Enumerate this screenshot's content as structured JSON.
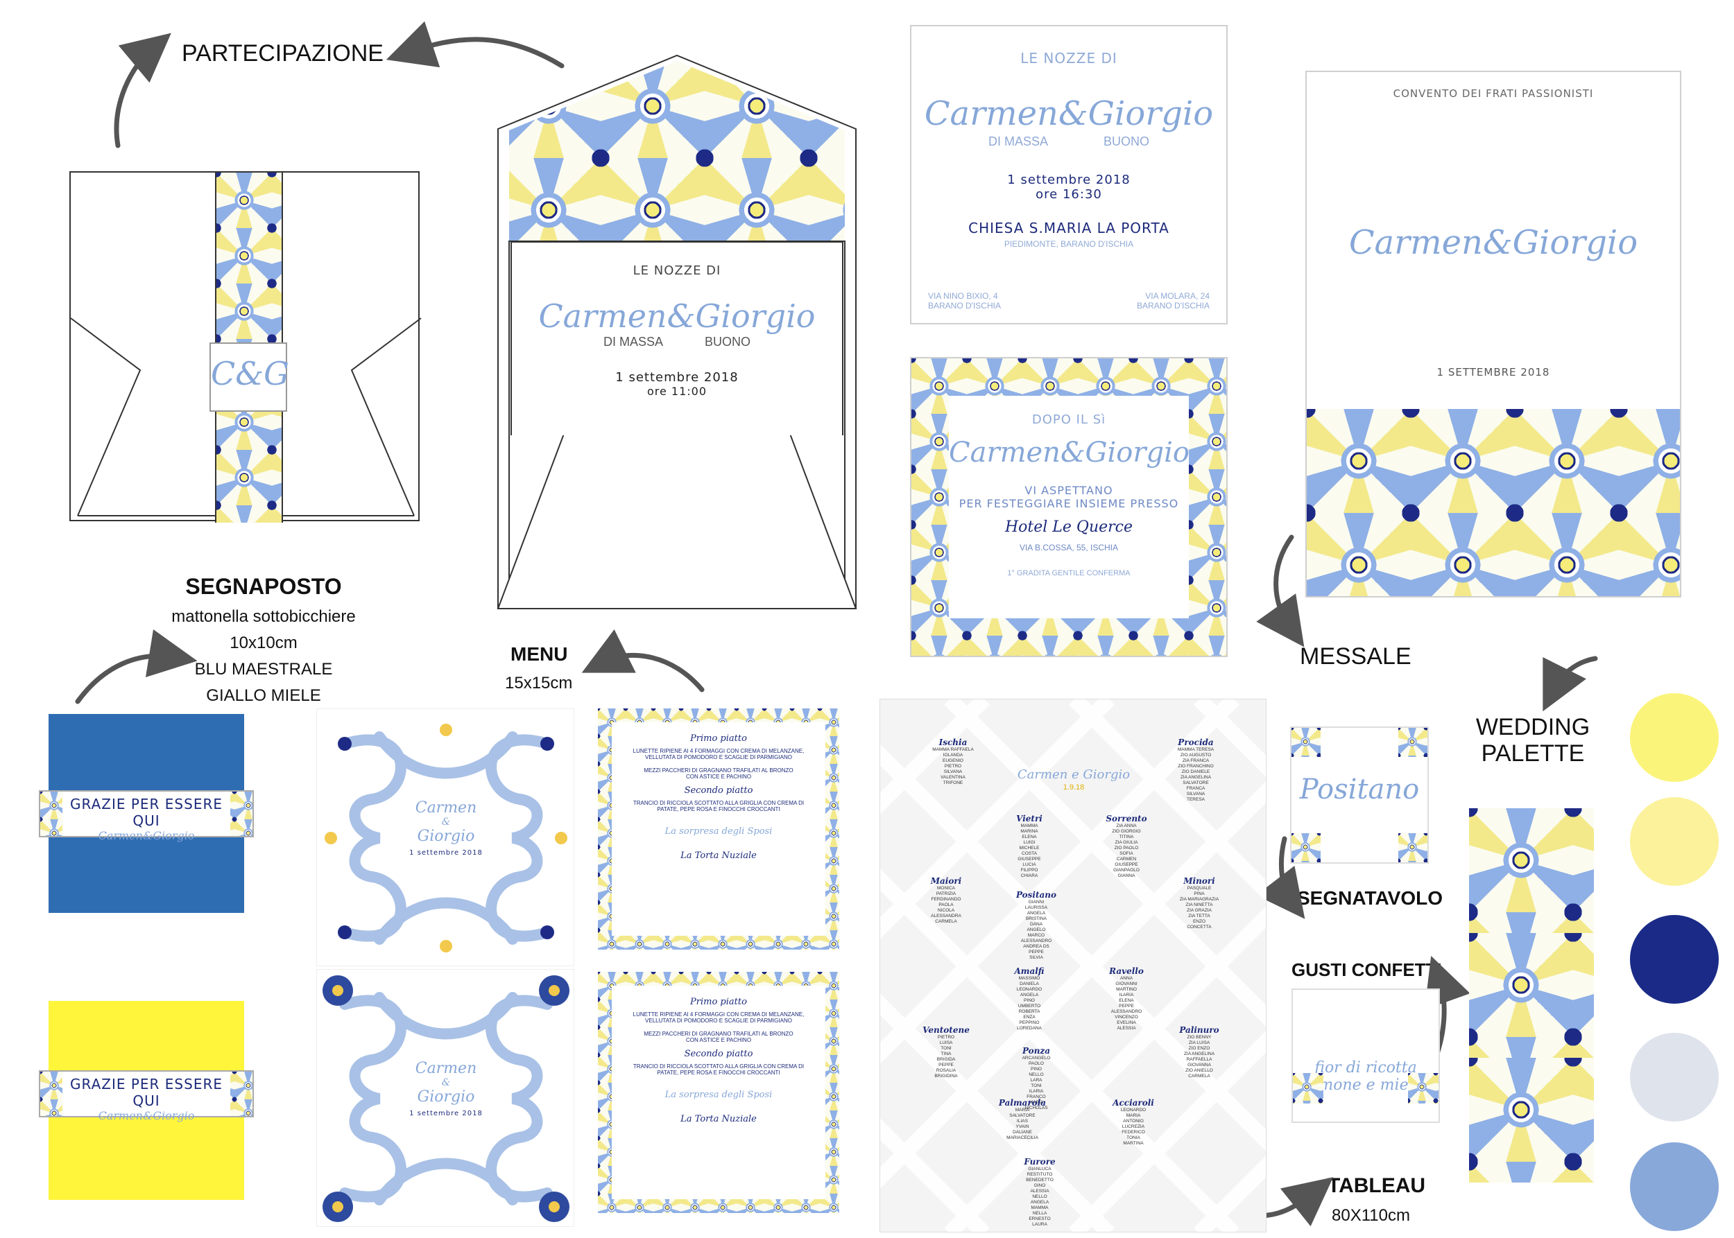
{
  "labels": {
    "partecipazione": "PARTECIPAZIONE",
    "segnaposto_title": "SEGNAPOSTO",
    "segnaposto_line1": "mattonella sottobicchiere",
    "segnaposto_line2": "10x10cm",
    "segnaposto_line3": "BLU MAESTRALE",
    "segnaposto_line4": "GIALLO MIELE",
    "menu_title": "MENU",
    "menu_size": "15x15cm",
    "messale": "MESSALE",
    "wedding_palette_1": "WEDDING",
    "wedding_palette_2": "PALETTE",
    "segnatavolo": "SEGNATAVOLO",
    "gusti_confetti": "GUSTI CONFETTI",
    "tableau_title": "TABLEAU",
    "tableau_size": "80X110cm"
  },
  "invitation": {
    "heading": "LE NOZZE DI",
    "names": "Carmen&Giorgio",
    "surname_left": "DI MASSA",
    "surname_right": "BUONO",
    "date": "1 settembre 2018",
    "time": "ore 16:30",
    "church": "CHIESA S.MARIA LA PORTA",
    "place": "PIEDIMONTE, BARANO D'ISCHIA",
    "addr_left_1": "VIA NINO BIXIO, 4",
    "addr_left_2": "BARANO D'ISCHIA",
    "addr_right_1": "VIA MOLARA, 24",
    "addr_right_2": "BARANO D'ISCHIA"
  },
  "envelope_card": {
    "heading": "LE NOZZE DI",
    "names": "Carmen&Giorgio",
    "surname_left": "DI MASSA",
    "surname_right": "BUONO",
    "date": "1 settembre 2018",
    "time": "ore 11:00"
  },
  "monogram": "C&G",
  "reception": {
    "line1": "DOPO IL Sì",
    "names": "Carmen&Giorgio",
    "line2": "VI ASPETTANO",
    "line3": "PER FESTEGGIARE INSIEME PRESSO",
    "venue": "Hotel Le Querce",
    "address": "VIA B.COSSA, 55, ISCHIA",
    "rsvp": "1° GRADITA GENTILE CONFERMA"
  },
  "messale": {
    "heading": "CONVENTO DEI FRATI PASSIONISTI",
    "names": "Carmen&Giorgio",
    "date": "1 SETTEMBRE 2018"
  },
  "coaster": {
    "text": "GRAZIE PER ESSERE QUI",
    "names": "Carmen&Giorgio"
  },
  "menu_front": {
    "names_1": "Carmen",
    "amp": "&",
    "names_2": "Giorgio",
    "date": "1 settembre 2018"
  },
  "menu_back": {
    "primo": "Primo piatto",
    "primo_1": "LUNETTE RIPIENE AI 4 FORMAGGI CON CREMA DI MELANZANE,",
    "primo_2": "VELLUTATA DI POMODORO E SCAGLIE DI PARMIGIANO",
    "primo_3": "MEZZI PACCHERI DI GRAGNANO TRAFILATI AL BRONZO",
    "primo_4": "CON ASTICE E PACHINO",
    "secondo": "Secondo piatto",
    "secondo_1": "TRANCIO DI RICCIOLA SCOTTATO ALLA GRIGLIA CON CREMA DI",
    "secondo_2": "PATATE, PEPE ROSA E FINOCCHI CROCCANTI",
    "sorpresa": "La sorpresa degli Sposi",
    "torta": "La Torta Nuziale"
  },
  "tableau": {
    "names": "Carmen e Giorgio",
    "date": "1.9.18",
    "tables": [
      {
        "name": "Ischia",
        "guests": [
          "MAMMA RAFFAELA",
          "IOLANDA",
          "EUGENIO",
          "PIETRO",
          "SILVANA",
          "VALENTINA",
          "TRIFONE"
        ]
      },
      {
        "name": "Procida",
        "guests": [
          "MAMMA TERESA",
          "ZIO AUGUSTO",
          "ZIA FRANCA",
          "ZIO FRANCHINO",
          "ZIO DANIELE",
          "ZIA ANGELINA",
          "SALVATORE",
          "FRANCA",
          "SILVANA",
          "TERESA"
        ]
      },
      {
        "name": "Vietri",
        "guests": [
          "MAMMA",
          "MARINA",
          "ELENA",
          "LUIGI",
          "MICHELE",
          "COSTA",
          "GIUSEPPE",
          "LUCIA",
          "FILIPPO",
          "CHIARA"
        ]
      },
      {
        "name": "Sorrento",
        "guests": [
          "ZIA ANNA",
          "ZIO GIORGIO",
          "TITINA",
          "ZIA GIULIA",
          "ZIO PAOLO",
          "SOFIA",
          "CARMEN",
          "GIUSEPPE",
          "GIANPAOLO",
          "GIANNA"
        ]
      },
      {
        "name": "Maiori",
        "guests": [
          "MONICA",
          "PATRIZIA",
          "FERDINANDO",
          "PAOLA",
          "NICOLA",
          "ALESSANDRA",
          "CARMELA"
        ]
      },
      {
        "name": "Positano",
        "guests": [
          "GIANNI",
          "LAURISSA",
          "ANGELA",
          "BRISTINA",
          "DANA",
          "ANGELO",
          "MARCO",
          "ALESSANDRO",
          "ANDREA DS",
          "PEPPE",
          "SILVIA"
        ]
      },
      {
        "name": "Minori",
        "guests": [
          "PASQUALE",
          "PINA",
          "ZIA MARIAGRAZIA",
          "ZIA NINETTA",
          "ZIA GRAZIA",
          "ZIA TETTA",
          "ENZO",
          "CONCETTA"
        ]
      },
      {
        "name": "Amalfi",
        "guests": [
          "MASSIMO",
          "DANIELA",
          "LEONARDO",
          "ANGELA",
          "PINO",
          "UMBERTO",
          "ROBERTA",
          "ENZA",
          "PEPPINO",
          "LOREDANA"
        ]
      },
      {
        "name": "Ravello",
        "guests": [
          "ANNA",
          "GIOVANNI",
          "MARTINO",
          "ILARIA",
          "ELENA",
          "PEPPE",
          "ALESSANDRO",
          "VINCENZO",
          "EVELINA",
          "ALESSIA"
        ]
      },
      {
        "name": "Ventotene",
        "guests": [
          "PIETRO",
          "LUISA",
          "TONI",
          "TINA",
          "BRIGIDA",
          "PEPPE",
          "ROSALIA",
          "BRIGIDINA"
        ]
      },
      {
        "name": "Ponza",
        "guests": [
          "ARCANGELO",
          "PAOLO",
          "PINO",
          "NELLO",
          "LARA",
          "TONI",
          "ILARIA",
          "FRANCO",
          "MARIA",
          "NICHOLAS"
        ]
      },
      {
        "name": "Palinuro",
        "guests": [
          "ZIO BENNY",
          "ZIA LUISA",
          "ZIO ENZO",
          "ZIA ANGELINA",
          "RAFFAELLA",
          "GIOVANNA",
          "ZIO ANIELLO",
          "CARMELA"
        ]
      },
      {
        "name": "Palmarola",
        "guests": [
          "MARIA",
          "SALVATORE",
          "ILIAS",
          "YVAIN",
          "DALIANE",
          "MARIACECILIA"
        ]
      },
      {
        "name": "Acciaroli",
        "guests": [
          "LEONARDO",
          "MARIA",
          "ANTONIO",
          "LUCREZIA",
          "FEDERICO",
          "TONIA",
          "MARTINA"
        ]
      },
      {
        "name": "Furore",
        "guests": [
          "GIANLUCA",
          "RESTITUTO",
          "BENEDETTO",
          "GINO",
          "ALESSIA",
          "NELLO",
          "ANGELA",
          "MAMMA",
          "NELLA",
          "ERNESTO",
          "LAURA"
        ]
      }
    ]
  },
  "segnatavolo": {
    "text": "Positano"
  },
  "confetti": {
    "line1": "fior di ricotta",
    "line2": "limone e miele"
  },
  "palette": {
    "colors": [
      "#fbf47a",
      "#fbf29b",
      "#1a2a86",
      "#dfe3ec",
      "#88a8da"
    ],
    "coaster_blue": "#2f6db3",
    "coaster_yellow": "#fff53b"
  }
}
